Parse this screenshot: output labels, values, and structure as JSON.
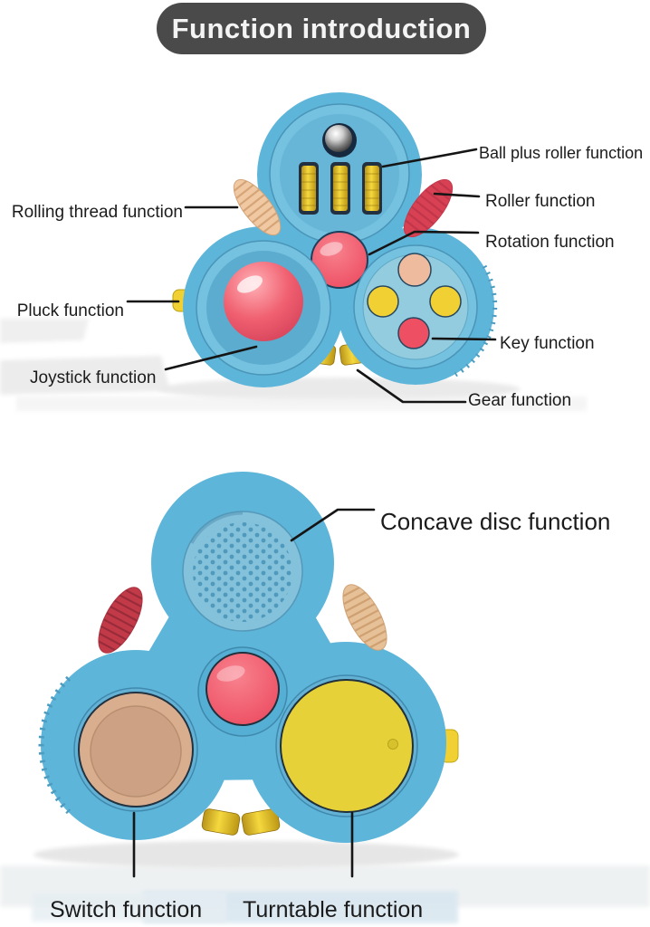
{
  "title": "Function introduction",
  "figures": {
    "top": {
      "labels": {
        "ball_plus_roller": "Ball plus roller function",
        "roller": "Roller function",
        "rotation": "Rotation function",
        "key": "Key function",
        "gear": "Gear function",
        "rolling_thread": "Rolling thread function",
        "pluck": "Pluck function",
        "joystick": "Joystick function"
      }
    },
    "bottom": {
      "labels": {
        "concave_disc": "Concave disc function",
        "switch": "Switch function",
        "turntable": "Turntable function"
      }
    }
  },
  "colors": {
    "title_bg": "#4a4a4a",
    "title_text": "#f4f4f4",
    "label_text": "#1b1b1b",
    "leader_line": "#151515",
    "body_blue": "#5db5d9",
    "recess_blue": "#74c1e0",
    "accent_red": "#ee4f63",
    "ribbed_red": "#d84153",
    "accent_yellow": "#f0d032",
    "thread_tan": "#f0c9a2",
    "dial_tan": "#d9ae8e",
    "button_tan": "#eebb9f",
    "socket_navy": "#16293e",
    "metal_silver": "#c9c9c9"
  }
}
